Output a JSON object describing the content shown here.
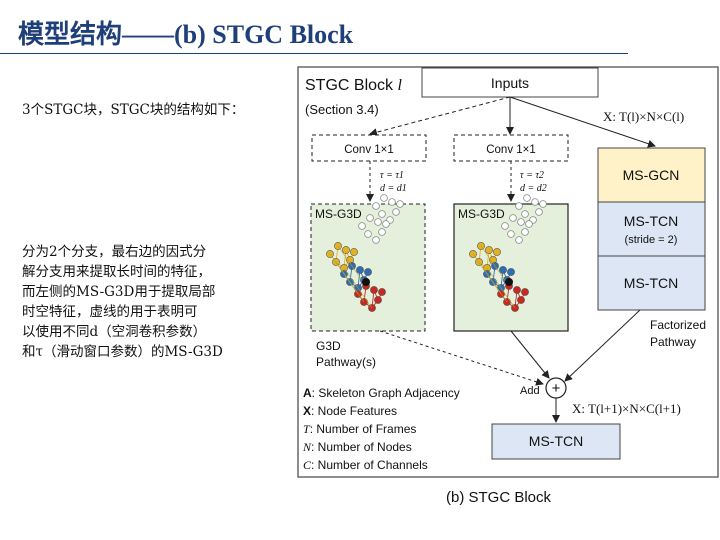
{
  "slide": {
    "title": "模型结构——(b) STGC Block",
    "para1": "3个STGC块，STGC块的结构如下：",
    "para2_lines": [
      "分为2个分支，最右边的因式分",
      "解分支用来提取长时间的特征，",
      "而左侧的MS-G3D用于提取局部",
      "时空特征，虚线的用于表明可",
      "以使用不同d（空洞卷积参数）",
      "和τ（滑动窗口参数）的MS-G3D"
    ]
  },
  "figure": {
    "block_title": "STGC Block",
    "block_var": "l",
    "section_ref": "(Section 3.4)",
    "inputs_label": "Inputs",
    "input_shape": "X: T(l)×N×C(l)",
    "conv_left": "Conv 1×1",
    "conv_right": "Conv 1×1",
    "tau_left": "τ = τ1",
    "d_left": "d = d1",
    "tau_right": "τ = τ2",
    "d_right": "d = d2",
    "msg3d_left": "MS-G3D",
    "msg3d_right": "MS-G3D",
    "g3d_line1": "G3D",
    "g3d_line2": "Pathway(s)",
    "ms_gcn": "MS-GCN",
    "ms_tcn_1": "MS-TCN",
    "ms_tcn_1_sub": "(stride = 2)",
    "ms_tcn_2": "MS-TCN",
    "factorized_1": "Factorized",
    "factorized_2": "Pathway",
    "add_label": "Add",
    "add_symbol": "+",
    "output_shape": "X: T(l+1)×N×C(l+1)",
    "ms_tcn_out": "MS-TCN",
    "legend": [
      {
        "sym": "A",
        "text": ": Skeleton Graph Adjacency"
      },
      {
        "sym": "X",
        "text": ": Node Features"
      },
      {
        "sym": "T",
        "text": ": Number of Frames"
      },
      {
        "sym": "N",
        "text": ": Number of Nodes"
      },
      {
        "sym": "C",
        "text": ": Number of Channels"
      }
    ],
    "caption": "(b) STGC Block",
    "colors": {
      "gcn_fill": "#fff2c8",
      "tcn_fill": "#dce6f4",
      "g3d_fill": "#e4f0dc",
      "title_blue": "#1f3f7a"
    }
  }
}
